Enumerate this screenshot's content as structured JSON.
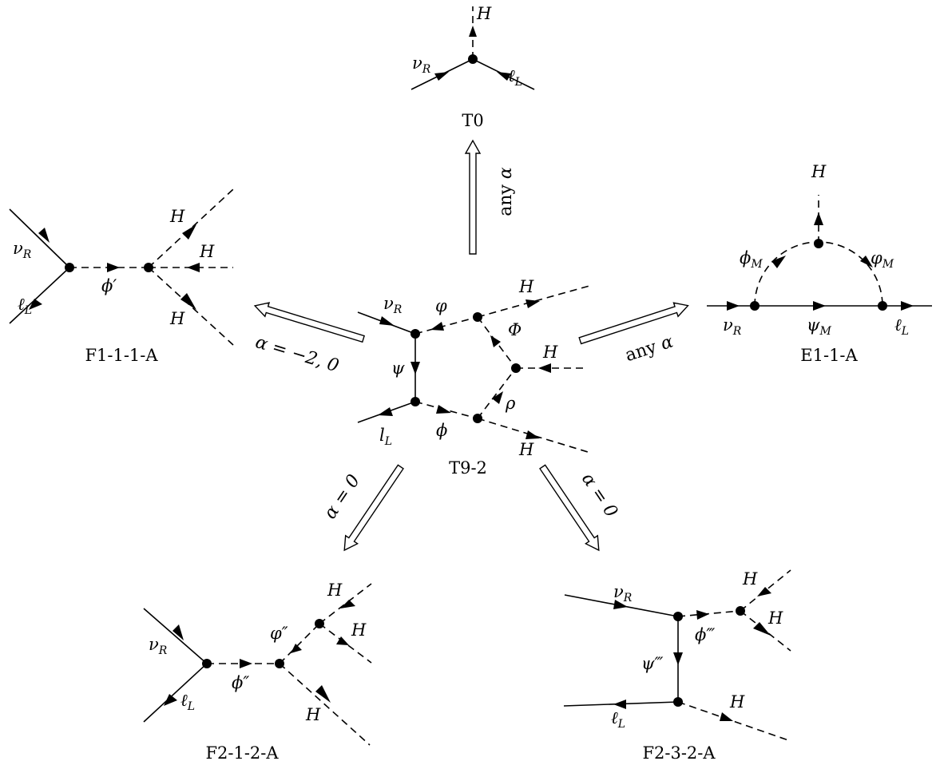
{
  "diagrams": {
    "T0": {
      "caption": "T0",
      "labels": {
        "H": "H",
        "nu_R": "ν",
        "nu_R_sub": "R",
        "l_L": "ℓ",
        "l_L_sub": "L"
      }
    },
    "T9_2": {
      "caption": "T9-2",
      "labels": {
        "nu_R": "ν",
        "nu_R_sub": "R",
        "varphi": "φ",
        "H_top": "H",
        "Phi": "Φ",
        "H_mid": "H",
        "psi": "ψ",
        "rho": "ρ",
        "l_L": "l",
        "l_L_sub": "L",
        "phi": "ϕ",
        "H_bot": "H"
      }
    },
    "F1_1_1_A": {
      "caption": "F1-1-1-A",
      "labels": {
        "nu_R": "ν",
        "nu_R_sub": "R",
        "l_L": "ℓ",
        "l_L_sub": "L",
        "phi_prime": "ϕ′",
        "H1": "H",
        "H2": "H",
        "H3": "H"
      }
    },
    "E1_1_A": {
      "caption": "E1-1-A",
      "labels": {
        "H": "H",
        "phi_M": "ϕ",
        "phi_M_sub": "M",
        "varphi_M": "φ",
        "varphi_M_sub": "M",
        "nu_R": "ν",
        "nu_R_sub": "R",
        "psi_M": "ψ",
        "psi_M_sub": "M",
        "l_L": "ℓ",
        "l_L_sub": "L"
      }
    },
    "F2_1_2_A": {
      "caption": "F2-1-2-A",
      "labels": {
        "nu_R": "ν",
        "nu_R_sub": "R",
        "l_L": "ℓ",
        "l_L_sub": "L",
        "phi_pp": "ϕ″",
        "varphi_pp": "φ″",
        "H1": "H",
        "H2": "H",
        "H3": "H"
      }
    },
    "F2_3_2_A": {
      "caption": "F2-3-2-A",
      "labels": {
        "nu_R": "ν",
        "nu_R_sub": "R",
        "phi_ppp": "ϕ‴",
        "psi_ppp": "ψ‴",
        "l_L": "ℓ",
        "l_L_sub": "L",
        "H1": "H",
        "H2": "H",
        "H3": "H"
      }
    }
  },
  "arrows": {
    "to_T0": {
      "prefix": "any ",
      "alpha": "α",
      "suffix": ""
    },
    "to_F1": {
      "prefix": "",
      "alpha": "α",
      "suffix": " = −2, 0"
    },
    "to_E1": {
      "prefix": "any ",
      "alpha": "α",
      "suffix": ""
    },
    "to_F2_1": {
      "prefix": "",
      "alpha": "α",
      "suffix": " = 0"
    },
    "to_F2_3": {
      "prefix": "",
      "alpha": "α",
      "suffix": " = 0"
    }
  }
}
